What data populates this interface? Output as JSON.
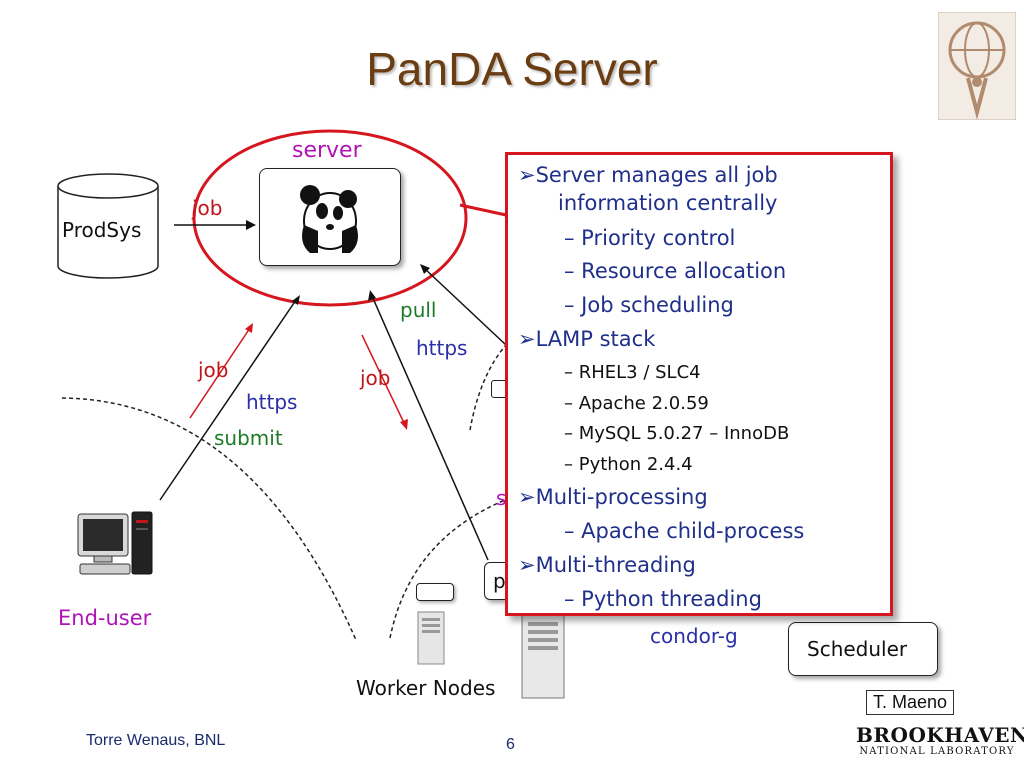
{
  "title": "PanDA Server",
  "diagram": {
    "server_label": "server",
    "prodsys_label": "ProdSys",
    "job_label_top": "job",
    "job_label_left": "job",
    "https_left": "https",
    "submit_label": "submit",
    "pull_label": "pull",
    "https_mid": "https",
    "job_label_mid": "job",
    "enduser_label": "End-user",
    "worker_nodes_label": "Worker Nodes",
    "condor_label": "condor-g",
    "scheduler_label": "Scheduler",
    "partial_s": "s",
    "partial_p": "p"
  },
  "info_box": {
    "items": [
      {
        "text": "➢Server manages all job",
        "level": 0
      },
      {
        "text": "information centrally",
        "level": 0.5
      },
      {
        "text": "– Priority control",
        "level": 1
      },
      {
        "text": "– Resource allocation",
        "level": 1
      },
      {
        "text": "– Job scheduling",
        "level": 1
      },
      {
        "text": "➢LAMP stack",
        "level": 0
      },
      {
        "text": "– RHEL3 / SLC4",
        "level": 2
      },
      {
        "text": "– Apache 2.0.59",
        "level": 2
      },
      {
        "text": "– MySQL 5.0.27 – InnoDB",
        "level": 2
      },
      {
        "text": "– Python 2.4.4",
        "level": 2
      },
      {
        "text": "➢Multi-processing",
        "level": 0
      },
      {
        "text": "– Apache child-process",
        "level": 1
      },
      {
        "text": "➢Multi-threading",
        "level": 0
      },
      {
        "text": "– Python threading",
        "level": 1
      }
    ]
  },
  "footer": {
    "author": "Torre Wenaus, BNL",
    "page": "6",
    "credit": "T. Maeno",
    "logo_main": "BROOKHAVEN",
    "logo_sub": "NATIONAL LABORATORY"
  },
  "colors": {
    "title": "#6b3d12",
    "highlight": "#d6161f",
    "accent_blue": "#2a2fa8",
    "accent_green": "#1e7b2a",
    "accent_magenta": "#b013b8"
  }
}
